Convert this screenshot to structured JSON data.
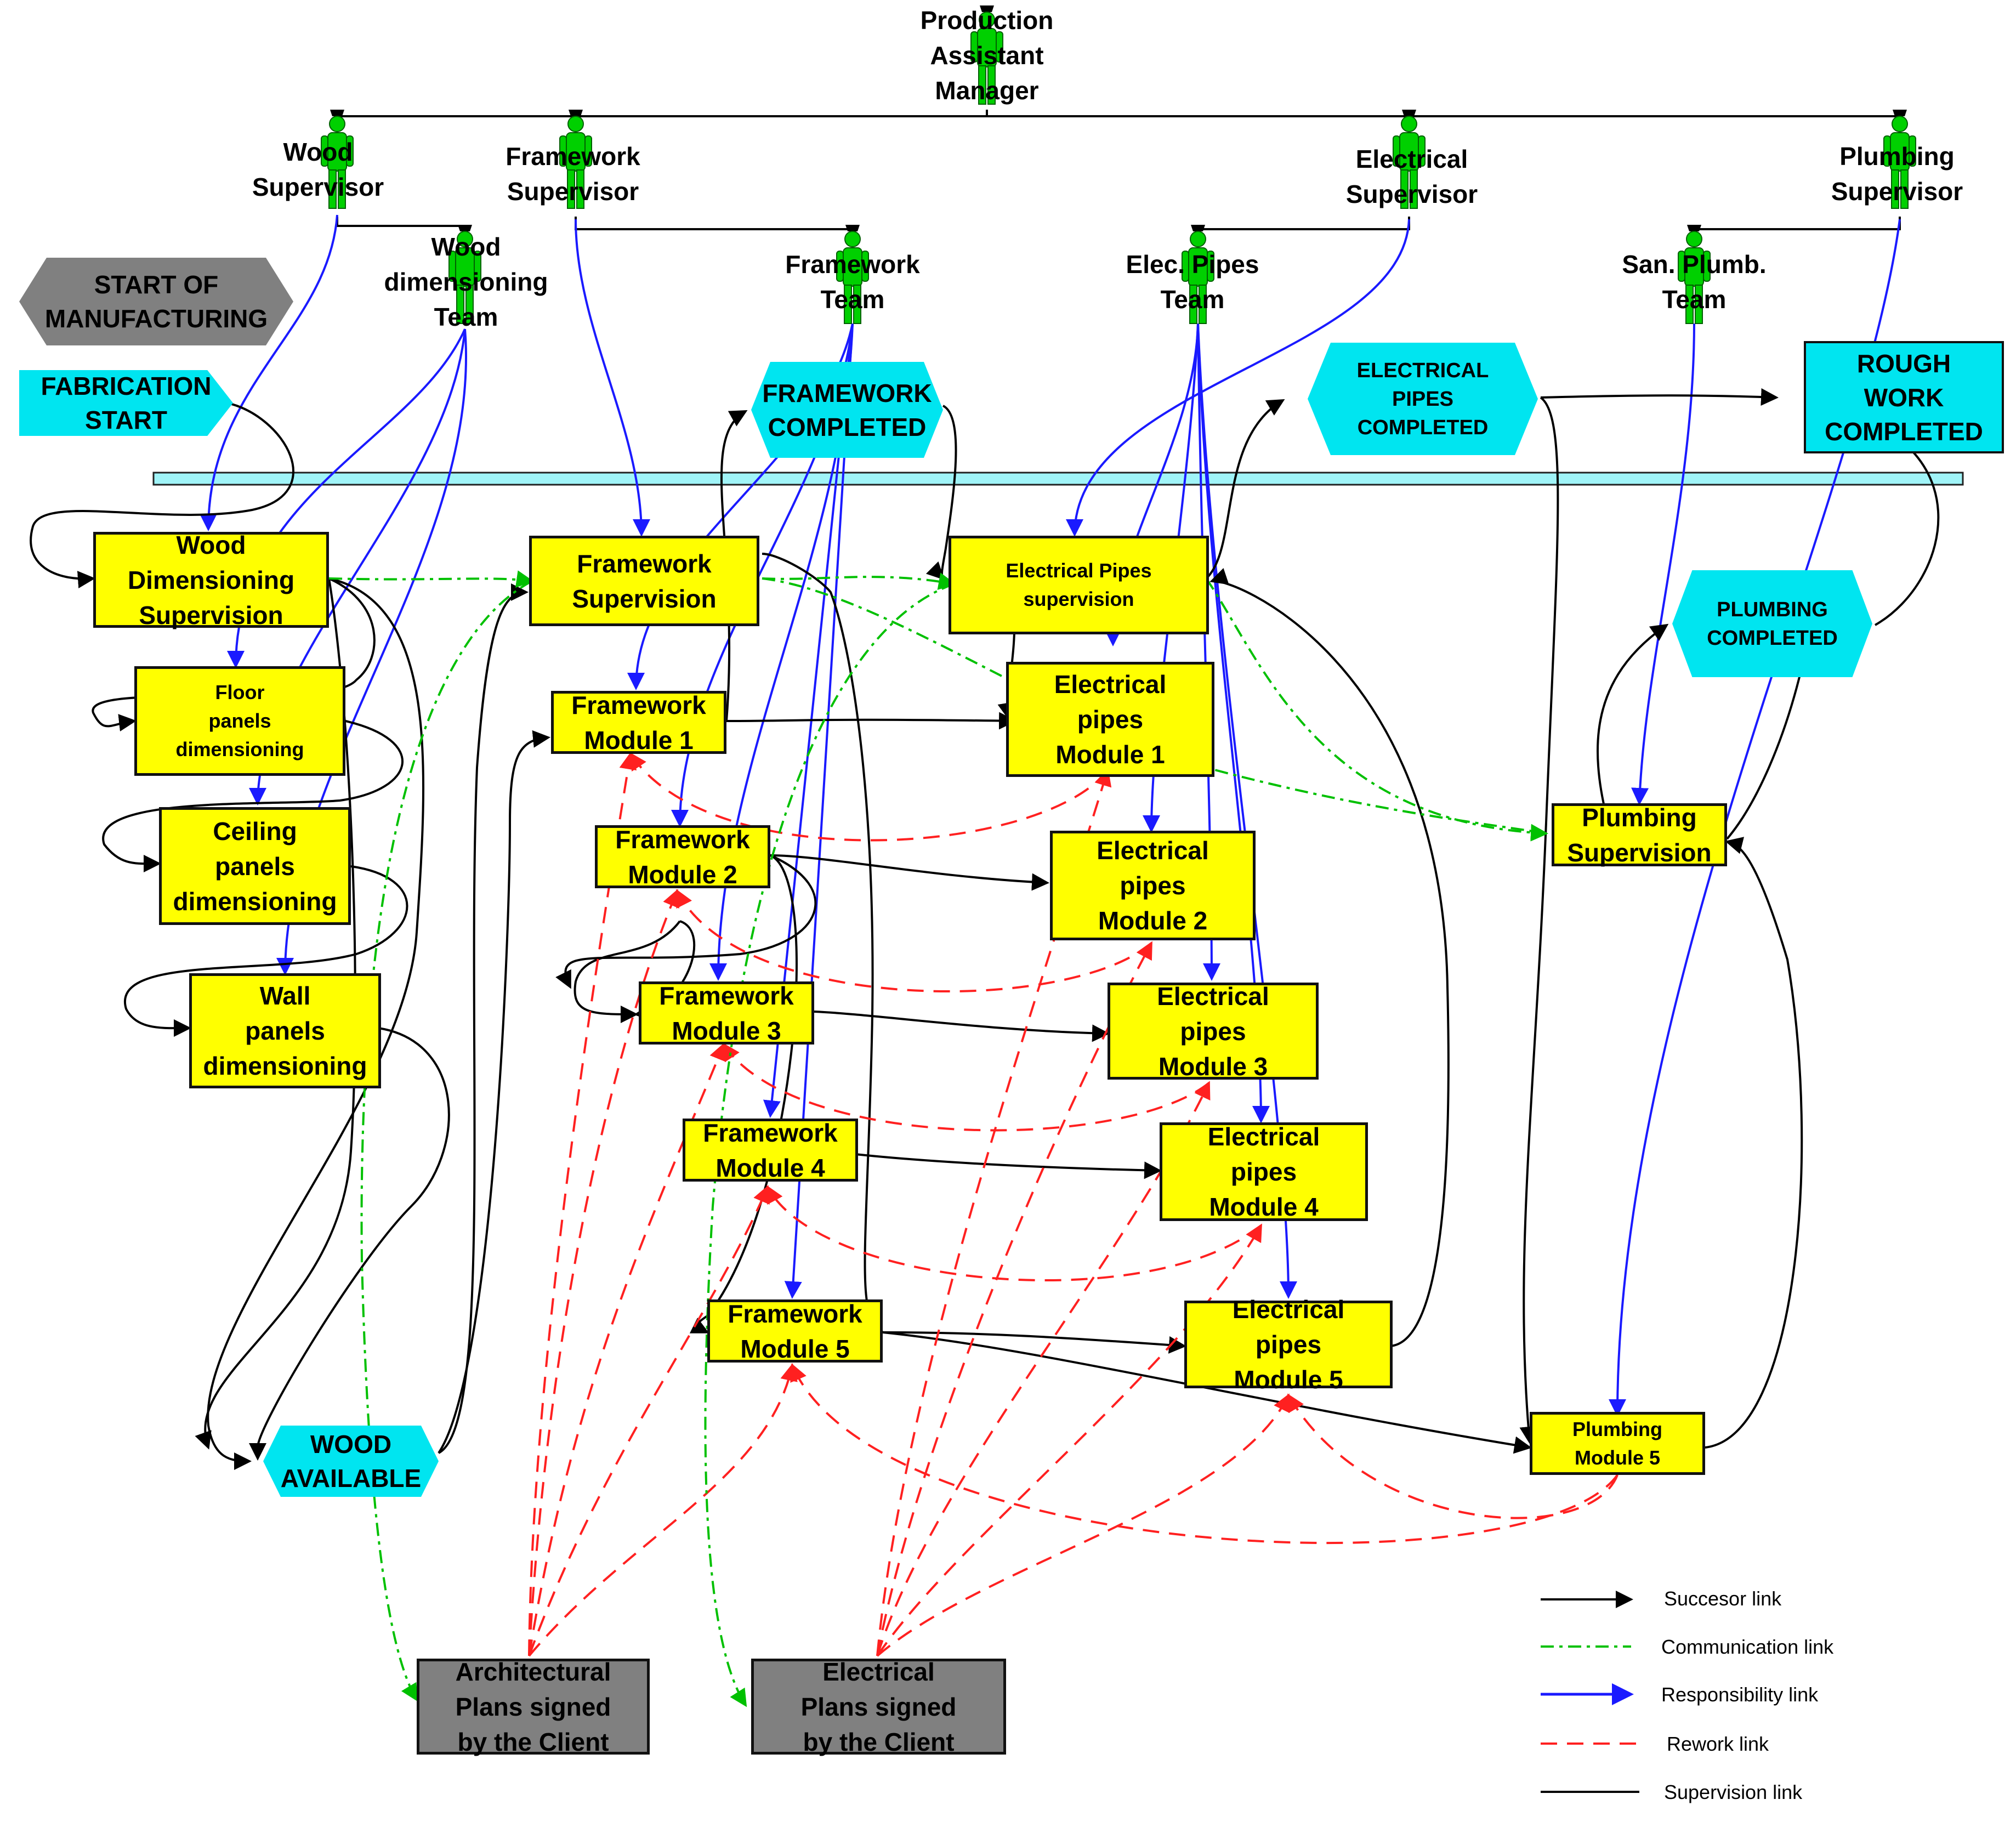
{
  "people": {
    "manager": "Production\nAssistant\nManager",
    "wood_sup": "Wood\nSupervisor",
    "frame_sup": "Framework\nSupervisor",
    "elec_sup": "Electrical\nSupervisor",
    "plumb_sup": "Plumbing\nSupervisor",
    "wood_team": "Wood\ndimensioning\nTeam",
    "frame_team": "Framework\nTeam",
    "elec_team": "Elec. Pipes\nTeam",
    "plumb_team": "San. Plumb.\nTeam"
  },
  "milestones": {
    "start_manufacturing": "START OF\nMANUFACTURING",
    "fabrication_start": "FABRICATION\nSTART",
    "framework_completed": "FRAMEWORK\nCOMPLETED",
    "elec_pipes_completed": "ELECTRICAL\nPIPES\nCOMPLETED",
    "rough_work_completed": "ROUGH\nWORK\nCOMPLETED",
    "plumbing_completed": "PLUMBING\nCOMPLETED",
    "wood_available": "WOOD\nAVAILABLE"
  },
  "tasks": {
    "wood_dim_sup": "Wood\nDimensioning\nSupervision",
    "floor": "Floor\npanels\ndimensioning",
    "ceiling": "Ceiling\npanels\ndimensioning",
    "wall": "Wall\npanels\ndimensioning",
    "frame_sup": "Framework\nSupervision",
    "fm1": "Framework\nModule 1",
    "fm2": "Framework\nModule 2",
    "fm3": "Framework\nModule 3",
    "fm4": "Framework\nModule 4",
    "fm5": "Framework\nModule 5",
    "elec_sup": "Electrical Pipes\nsupervision",
    "ep1": "Electrical\npipes\nModule 1",
    "ep2": "Electrical\npipes\nModule 2",
    "ep3": "Electrical\npipes\nModule 3",
    "ep4": "Electrical\npipes\nModule 4",
    "ep5": "Electrical\npipes\nModule 5",
    "plumb_sup": "Plumbing\nSupervision",
    "plumb5": "Plumbing\nModule 5"
  },
  "inputs": {
    "arch_plans": "Architectural\nPlans signed\nby the Client",
    "elec_plans": "Electrical\nPlans signed\nby the Client"
  },
  "legend": {
    "successor": "Succesor link",
    "communication": "Communication link",
    "responsibility": "Responsibility link",
    "rework": "Rework link",
    "supervision": "Supervision link"
  },
  "colors": {
    "task": "#ffff00",
    "milestone": "#00e5f0",
    "input": "#808080",
    "person": "#00d000",
    "successor": "#000000",
    "communication": "#00c000",
    "responsibility": "#1a1aff",
    "rework": "#ff2020",
    "supervision": "#000000"
  }
}
